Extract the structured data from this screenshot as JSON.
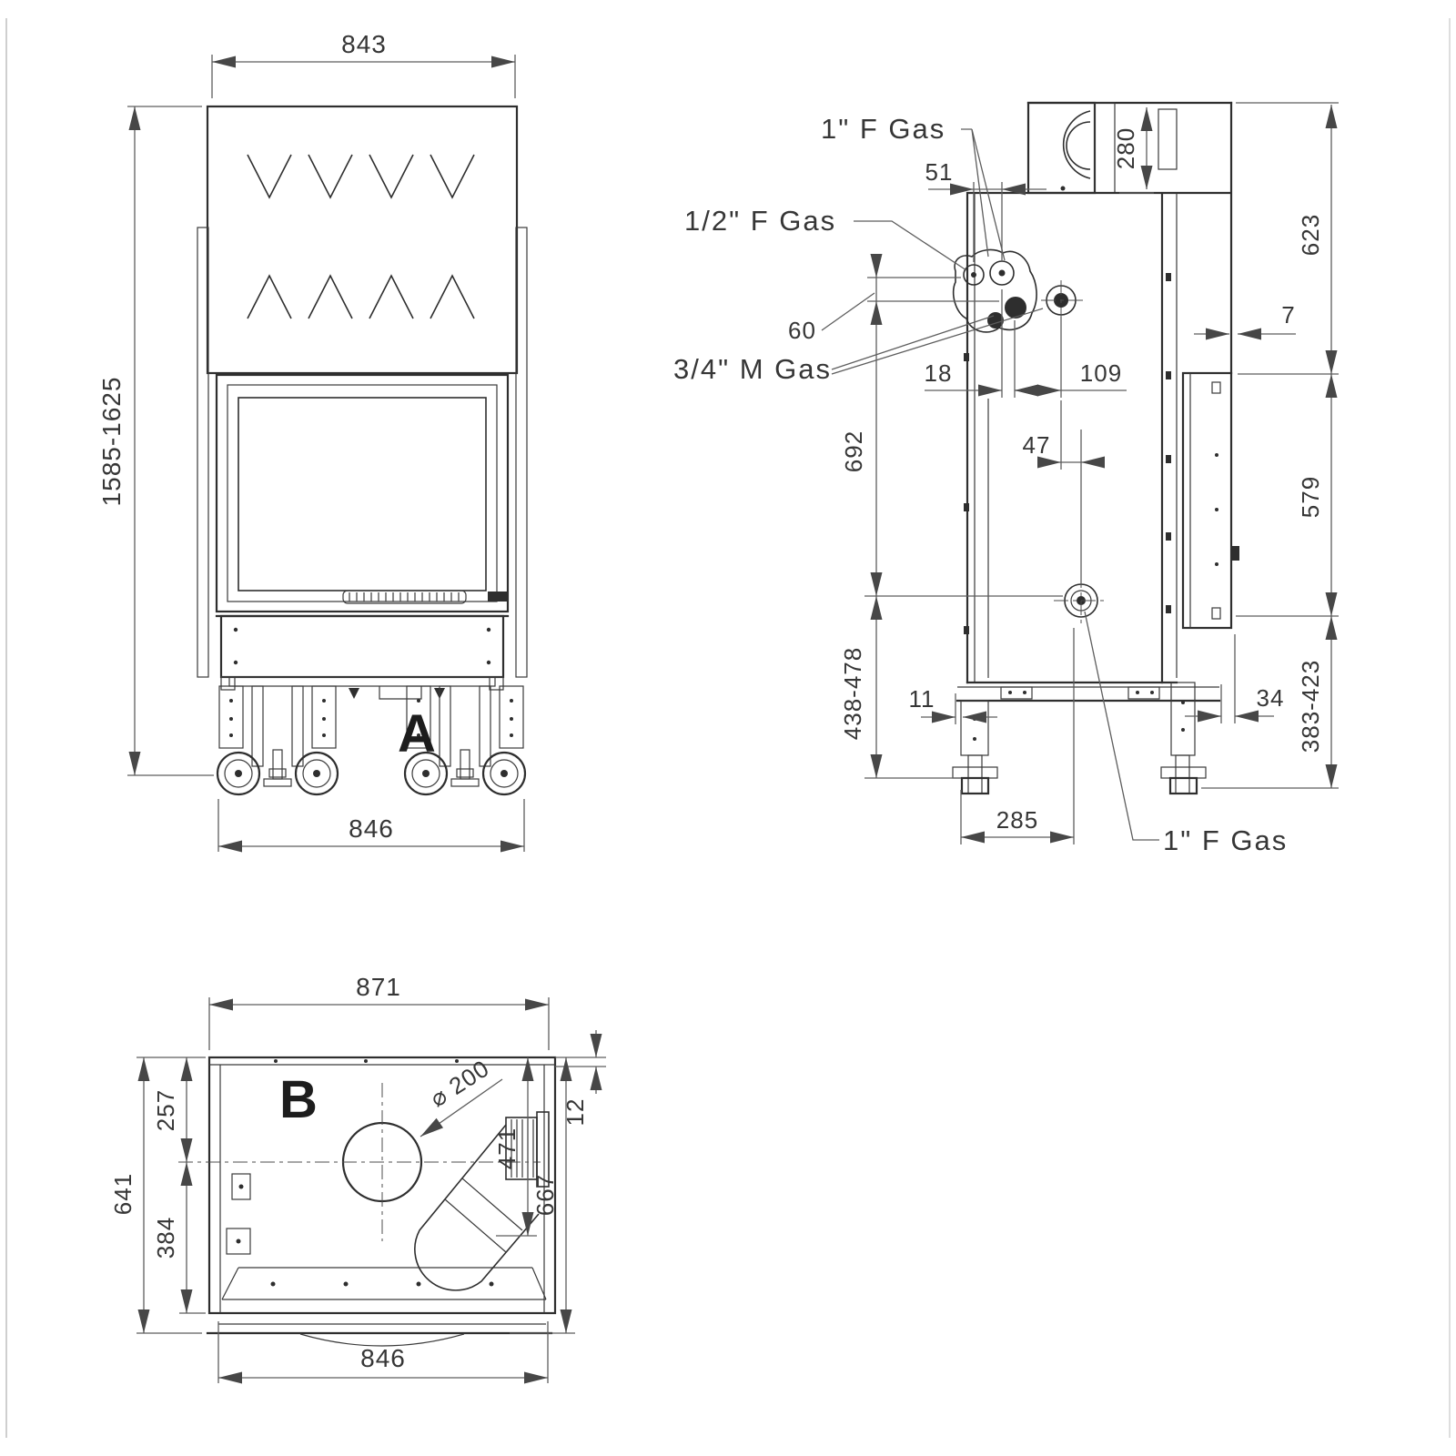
{
  "drawing": {
    "front_view": {
      "label": "A",
      "dim_width_top": "843",
      "dim_height": "1585-1625",
      "dim_width_bottom": "846"
    },
    "side_view": {
      "label_gas_top": "1\" F Gas",
      "dim_51": "51",
      "dim_280": "280",
      "dim_623": "623",
      "label_gas_half": "1/2\" F Gas",
      "label_60": "60",
      "label_gas_34m": "3/4\" M Gas",
      "dim_18": "18",
      "dim_109": "109",
      "dim_7": "7",
      "dim_692": "692",
      "dim_47": "47",
      "dim_579": "579",
      "dim_438_478": "438-478",
      "dim_11": "11",
      "dim_34": "34",
      "dim_383_423": "383-423",
      "dim_285": "285",
      "label_gas_bottom": "1\" F Gas"
    },
    "plan_view": {
      "label": "B",
      "dim_width_top": "871",
      "dim_257": "257",
      "dim_641": "641",
      "dim_384": "384",
      "dim_flue_diameter": "⌀ 200",
      "dim_12": "12",
      "dim_471": "471",
      "dim_667": "667",
      "dim_width_bottom": "846"
    }
  }
}
